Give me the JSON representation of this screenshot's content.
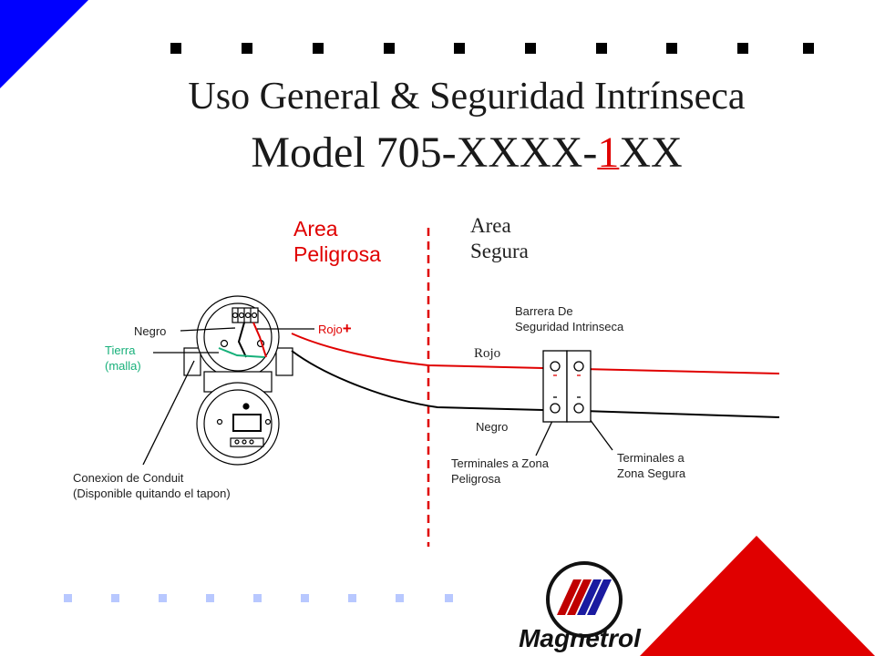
{
  "title": {
    "line1": "Uso General & Seguridad Intrínseca",
    "line2_prefix": "Model 705-XXXX-",
    "line2_highlight": "1",
    "line2_suffix": "XX"
  },
  "zones": {
    "hazardous_line1": "Area",
    "hazardous_line2": "Peligrosa",
    "safe_line1": "Area",
    "safe_line2": "Segura"
  },
  "labels": {
    "negro_left": "Negro",
    "rojo_left": "Rojo",
    "plus_sign": "+",
    "tierra_line1": "Tierra",
    "tierra_line2": "(malla)",
    "conduit_line1": "Conexion de Conduit",
    "conduit_line2": "(Disponible quitando el tapon)",
    "barrier_line1": "Barrera De",
    "barrier_line2": "Seguridad Intrinseca",
    "rojo_right": "Rojo",
    "negro_right": "Negro",
    "term_haz_line1": "Terminales a Zona",
    "term_haz_line2": "Peligrosa",
    "term_safe_line1": "Terminales a",
    "term_safe_line2": "Zona Segura"
  },
  "logo": {
    "brand": "Magnetrol"
  },
  "colors": {
    "accent_blue": "#0000ff",
    "hazard_red": "#e00000",
    "ground_green": "#17b07a",
    "square_blue": "#b8c8ff"
  }
}
